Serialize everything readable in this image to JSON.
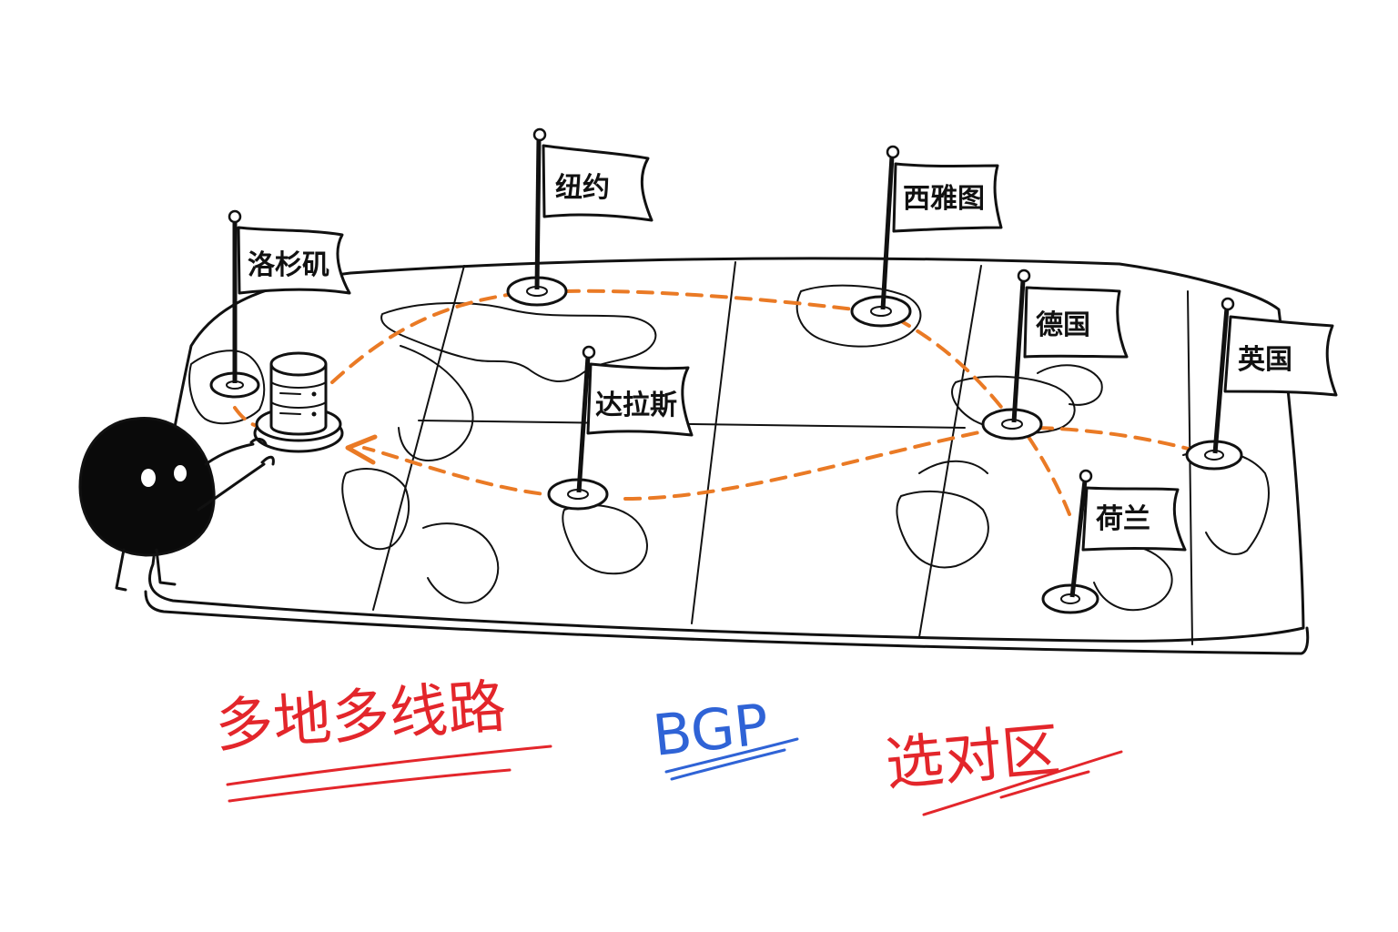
{
  "flags": {
    "los_angeles": "洛杉矶",
    "new_york": "纽约",
    "seattle": "西雅图",
    "dallas": "达拉斯",
    "germany": "德国",
    "uk": "英国",
    "netherlands": "荷兰"
  },
  "captions": {
    "multi_region": "多地多线路",
    "bgp": "BGP",
    "choose_region": "选对区"
  },
  "colors": {
    "route": "#ea7a25",
    "caption_red": "#e3262b",
    "caption_blue": "#2f63d6",
    "ink": "#111111"
  },
  "icons": {
    "server": "server-stack-icon",
    "mascot": "round-black-creature"
  }
}
